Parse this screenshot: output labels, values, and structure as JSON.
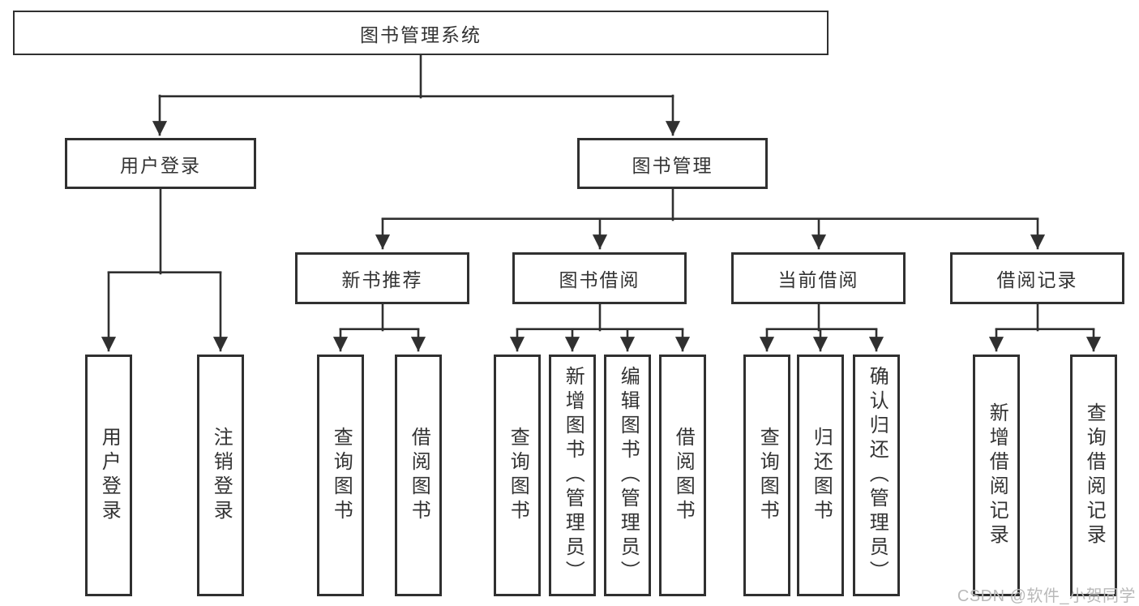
{
  "diagram": {
    "root": {
      "label": "图书管理系统"
    },
    "user_login": {
      "label": "用户登录",
      "children": [
        {
          "label": "用户登录"
        },
        {
          "label": "注销登录"
        }
      ]
    },
    "book_mgmt": {
      "label": "图书管理",
      "modules": [
        {
          "label": "新书推荐",
          "children": [
            {
              "label": "查询图书"
            },
            {
              "label": "借阅图书"
            }
          ]
        },
        {
          "label": "图书借阅",
          "children": [
            {
              "label": "查询图书"
            },
            {
              "label": "新增图书（管理员）"
            },
            {
              "label": "编辑图书（管理员）"
            },
            {
              "label": "借阅图书"
            }
          ]
        },
        {
          "label": "当前借阅",
          "children": [
            {
              "label": "查询图书"
            },
            {
              "label": "归还图书"
            },
            {
              "label": "确认归还（管理员）"
            }
          ]
        },
        {
          "label": "借阅记录",
          "children": [
            {
              "label": "新增借阅记录"
            },
            {
              "label": "查询借阅记录"
            }
          ]
        }
      ]
    }
  },
  "watermark": {
    "text": "CSDN @软件_小贺同学"
  },
  "colors": {
    "line": "#303030",
    "text": "#333333",
    "box_bg": "#ffffff",
    "watermark": "#b9b9b9",
    "background": "#ffffff"
  }
}
